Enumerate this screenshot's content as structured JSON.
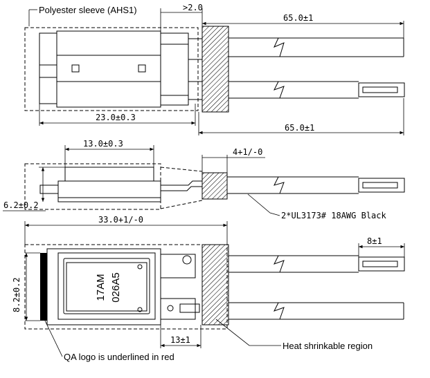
{
  "labels": {
    "sleeve": "Polyester sleeve (AHS1)",
    "heat_region": "Heat shrinkable region",
    "qa_logo": "QA logo is underlined in red",
    "wire": "2*UL3173#  18AWG Black"
  },
  "dimensions": {
    "sleeve_overhang": ">2.0",
    "lead_top": "65.0±1",
    "lead_bottom": "65.0±1",
    "body_length": "23.0±0.3",
    "case_length": "13.0±0.3",
    "shrink_len": "4+1/-0",
    "thickness": "6.2±0.2",
    "overall_length": "33.0+1/-0",
    "terminal_len": "8±1",
    "width": "8.2±0.2",
    "lead_offset": "13±1"
  },
  "marking": {
    "line1": "17AM",
    "line2": "026A5"
  }
}
